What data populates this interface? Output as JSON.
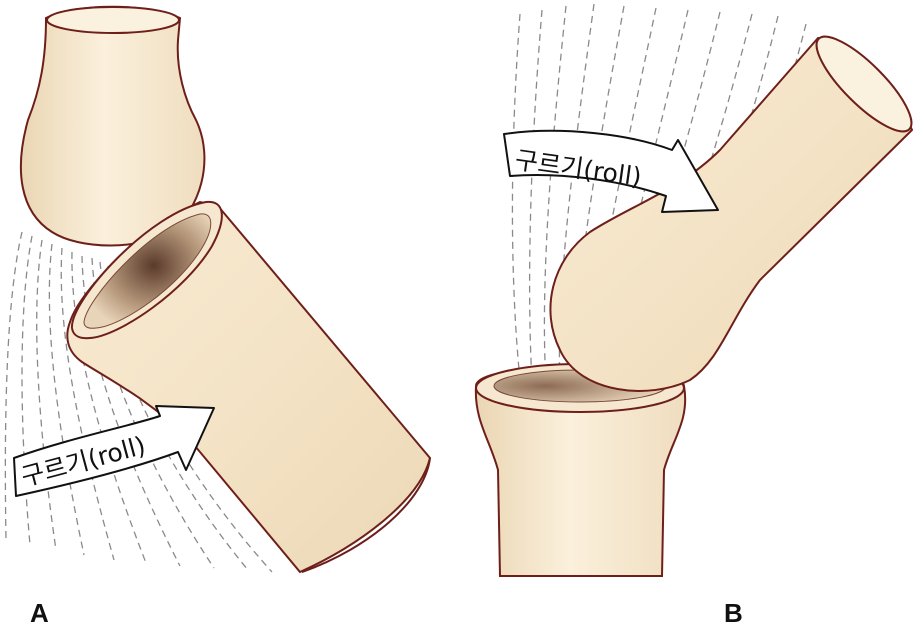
{
  "colors": {
    "bone_fill": "#f5e6cc",
    "bone_stroke": "#6e1f1a",
    "motion_line": "#8a8a8a",
    "arrow_fill": "#ffffff",
    "arrow_stroke": "#111111"
  },
  "panels": [
    {
      "letter": "A",
      "arrow_label": "구르기(roll)"
    },
    {
      "letter": "B",
      "arrow_label": "구르기(roll)"
    }
  ]
}
